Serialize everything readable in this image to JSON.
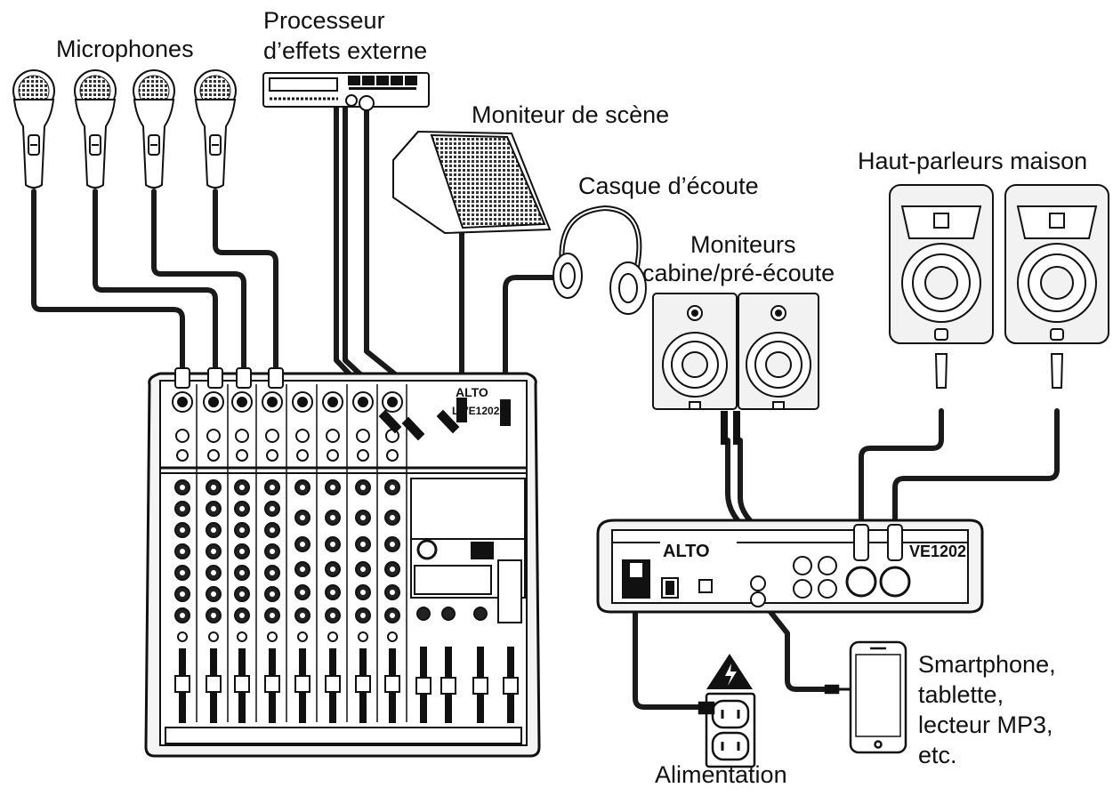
{
  "labels": {
    "microphones": "Microphones",
    "processor_line1": "Processeur",
    "processor_line2": "d’effets externe",
    "stage_monitor": "Moniteur de scène",
    "headphones": "Casque d’écoute",
    "booth_line1": "Moniteurs",
    "booth_line2": "cabine/pré-écoute",
    "house_speakers": "Haut-parleurs maison",
    "device_line1": "Smartphone,",
    "device_line2": "tablette,",
    "device_line3": "lecteur MP3,",
    "device_line4": "etc.",
    "power": "Alimentation"
  },
  "brand": {
    "mixer_logo": "ALTO",
    "mixer_model": "LIVE1202",
    "rear_model": "VE1202"
  },
  "colors": {
    "stroke": "#111111",
    "cable": "#1a1a1a",
    "panel": "#f2f2f2",
    "knob": "#222222"
  }
}
